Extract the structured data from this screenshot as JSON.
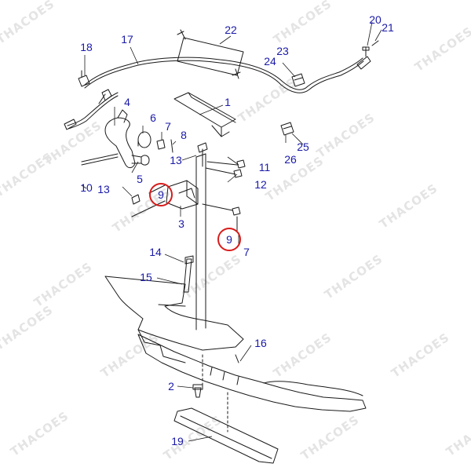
{
  "diagram": {
    "callouts": [
      {
        "id": "c1",
        "label": "1"
      },
      {
        "id": "c2",
        "label": "2"
      },
      {
        "id": "c3",
        "label": "3"
      },
      {
        "id": "c4",
        "label": "4"
      },
      {
        "id": "c5",
        "label": "5"
      },
      {
        "id": "c6",
        "label": "6"
      },
      {
        "id": "c7a",
        "label": "7"
      },
      {
        "id": "c7b",
        "label": "7"
      },
      {
        "id": "c8",
        "label": "8"
      },
      {
        "id": "c9a",
        "label": "9"
      },
      {
        "id": "c9b",
        "label": "9"
      },
      {
        "id": "c10",
        "label": "10"
      },
      {
        "id": "c11",
        "label": "11"
      },
      {
        "id": "c12",
        "label": "12"
      },
      {
        "id": "c13a",
        "label": "13"
      },
      {
        "id": "c13b",
        "label": "13"
      },
      {
        "id": "c14",
        "label": "14"
      },
      {
        "id": "c15",
        "label": "15"
      },
      {
        "id": "c16",
        "label": "16"
      },
      {
        "id": "c17",
        "label": "17"
      },
      {
        "id": "c18",
        "label": "18"
      },
      {
        "id": "c19",
        "label": "19"
      },
      {
        "id": "c20",
        "label": "20"
      },
      {
        "id": "c21",
        "label": "21"
      },
      {
        "id": "c22",
        "label": "22"
      },
      {
        "id": "c23",
        "label": "23"
      },
      {
        "id": "c24",
        "label": "24"
      },
      {
        "id": "c25",
        "label": "25"
      },
      {
        "id": "c26",
        "label": "26"
      }
    ],
    "highlighted": [
      "c9a",
      "c9b"
    ],
    "watermark": "THACOES",
    "colors": {
      "label": "#1a1aa8",
      "highlight": "#d81b1b",
      "line": "#1a1a1a",
      "watermark": "#e4e4e4"
    }
  }
}
